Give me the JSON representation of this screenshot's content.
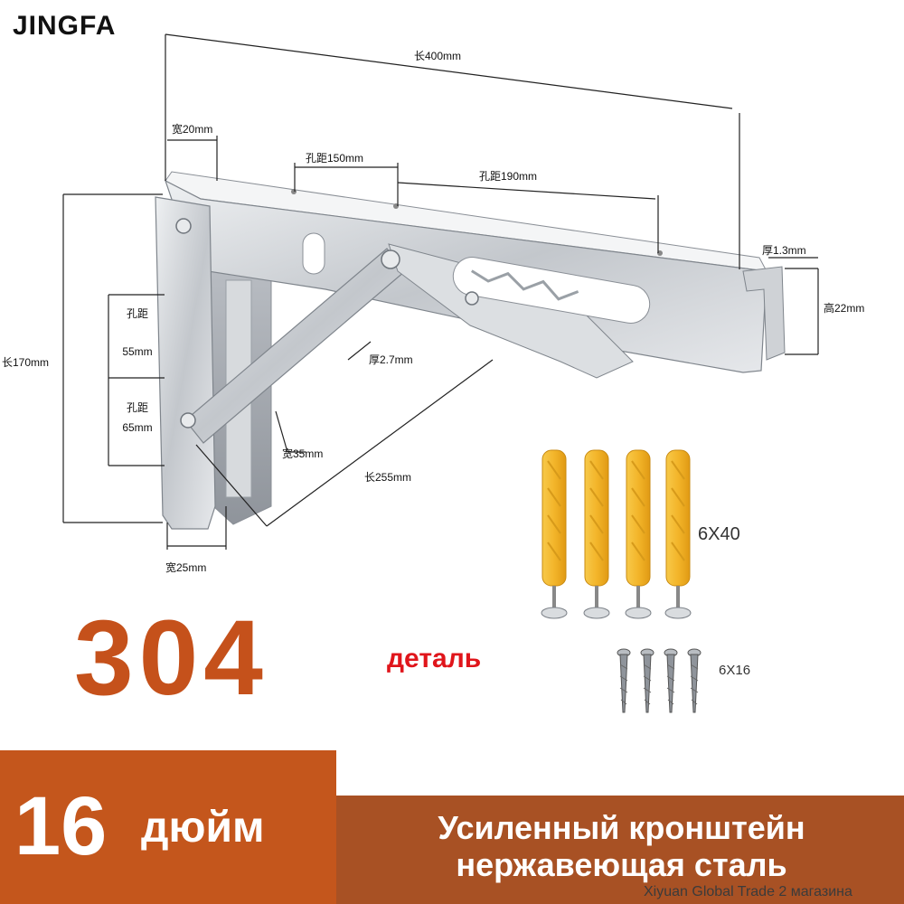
{
  "brand": "JINGFA",
  "dimensions": {
    "length_top": "长400mm",
    "width_top": "宽20mm",
    "hole_150": "孔距150mm",
    "hole_190": "孔距190mm",
    "thickness_13": "厚1.3mm",
    "height_22": "高22mm",
    "length_170": "长170mm",
    "hole_55_label": "孔距",
    "hole_55_value": "55mm",
    "hole_65_label": "孔距",
    "hole_65_value": "65mm",
    "thickness_27": "厚2.7mm",
    "width_35": "宽35mm",
    "length_255": "长255mm",
    "width_25": "宽25mm"
  },
  "material": "304",
  "detail_label": "деталь",
  "anchor_size": "6X40",
  "screw_size": "6X16",
  "banner": {
    "number": "16",
    "unit": "дюйм",
    "line1": "Усиленный кронштейн",
    "line2": "нержавеющая сталь"
  },
  "watermark": "Xiyuan Global Trade 2 магазина",
  "colors": {
    "accent": "#c5511b",
    "detail_red": "#e0151b",
    "anchor_yellow": "#f3b52a",
    "steel": "#c9ccd1"
  }
}
